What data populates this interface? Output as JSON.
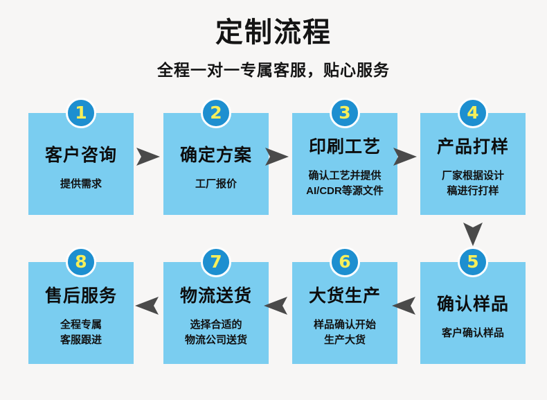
{
  "header": {
    "title": "定制流程",
    "subtitle": "全程一对一专属客服，贴心服务"
  },
  "theme": {
    "background": "#f7f6f5",
    "box_fill": "#7acdf0",
    "badge_fill": "#1d8fd0",
    "badge_text": "#f7ef5a",
    "badge_ring": "#ffffff",
    "arrow_fill": "#4a4a4a",
    "text": "#111111"
  },
  "steps": [
    {
      "number": "1",
      "title": "客户咨询",
      "desc_lines": [
        "提供需求"
      ]
    },
    {
      "number": "2",
      "title": "确定方案",
      "desc_lines": [
        "工厂报价"
      ]
    },
    {
      "number": "3",
      "title": "印刷工艺",
      "desc_lines": [
        "确认工艺并提供",
        "AI/CDR等源文件"
      ]
    },
    {
      "number": "4",
      "title": "产品打样",
      "desc_lines": [
        "厂家根据设计",
        "稿进行打样"
      ]
    },
    {
      "number": "5",
      "title": "确认样品",
      "desc_lines": [
        "客户确认样品"
      ]
    },
    {
      "number": "6",
      "title": "大货生产",
      "desc_lines": [
        "样品确认开始",
        "生产大货"
      ]
    },
    {
      "number": "7",
      "title": "物流送货",
      "desc_lines": [
        "选择合适的",
        "物流公司送货"
      ]
    },
    {
      "number": "8",
      "title": "售后服务",
      "desc_lines": [
        "全程专属",
        "客服跟进"
      ]
    }
  ],
  "connectors": [
    {
      "name": "arrow-step1-to-step2",
      "direction": "right"
    },
    {
      "name": "arrow-step2-to-step3",
      "direction": "right"
    },
    {
      "name": "arrow-step3-to-step4",
      "direction": "right"
    },
    {
      "name": "arrow-step4-to-step5",
      "direction": "down"
    },
    {
      "name": "arrow-step5-to-step6",
      "direction": "left"
    },
    {
      "name": "arrow-step6-to-step7",
      "direction": "left"
    },
    {
      "name": "arrow-step7-to-step8",
      "direction": "left"
    }
  ]
}
